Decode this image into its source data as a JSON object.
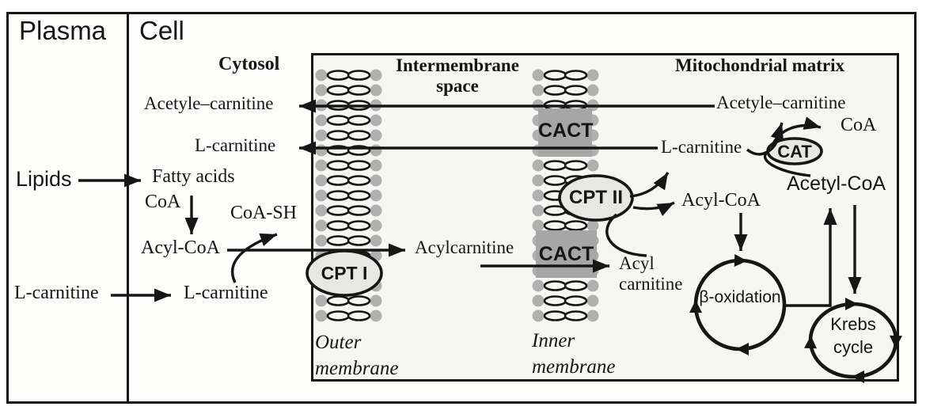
{
  "figure": {
    "plasma_label": "Plasma",
    "cell_label": "Cell",
    "cytosol_header": "Cytosol",
    "intermembrane_header": "Intermembrane space",
    "matrix_header": "Mitochondrial matrix",
    "outer_membrane_label": "Outer membrane",
    "inner_membrane_label": "Inner membrane"
  },
  "enzymes": {
    "cpt1": "CPT I",
    "cpt2": "CPT II",
    "cact_upper": "CACT",
    "cact_lower": "CACT",
    "cat": "CAT"
  },
  "metabolites": {
    "plasma": {
      "lipids": "Lipids",
      "l_carnitine": "L-carnitine"
    },
    "cytosol": {
      "acetyle_carnitine": "Acetyle–carnitine",
      "l_carnitine_upper": "L-carnitine",
      "fatty_acids": "Fatty acids",
      "coa": "CoA",
      "coa_sh": "CoA-SH",
      "acyl_coa": "Acyl-CoA",
      "l_carnitine_lower": "L-carnitine"
    },
    "intermembrane": {
      "acylcarnitine": "Acylcarnitine"
    },
    "matrix": {
      "acetyle_carnitine": "Acetyle–carnitine",
      "coa": "CoA",
      "l_carnitine": "L-carnitine",
      "acetyl_coa": "Acetyl-CoA",
      "acyl_coa": "Acyl-CoA",
      "acyl_carnitine": "Acyl carnitine",
      "beta_oxidation": "β-oxidation",
      "krebs_cycle": "Krebs cycle"
    }
  },
  "colors": {
    "line": "#161616",
    "membrane_head": "#b0b0b0",
    "transporter_box": "#a6a6a6",
    "enzyme_fill": "#e7e7e4",
    "mito_box_bg": "#f6f6f3",
    "page_bg": "#ffffff"
  }
}
